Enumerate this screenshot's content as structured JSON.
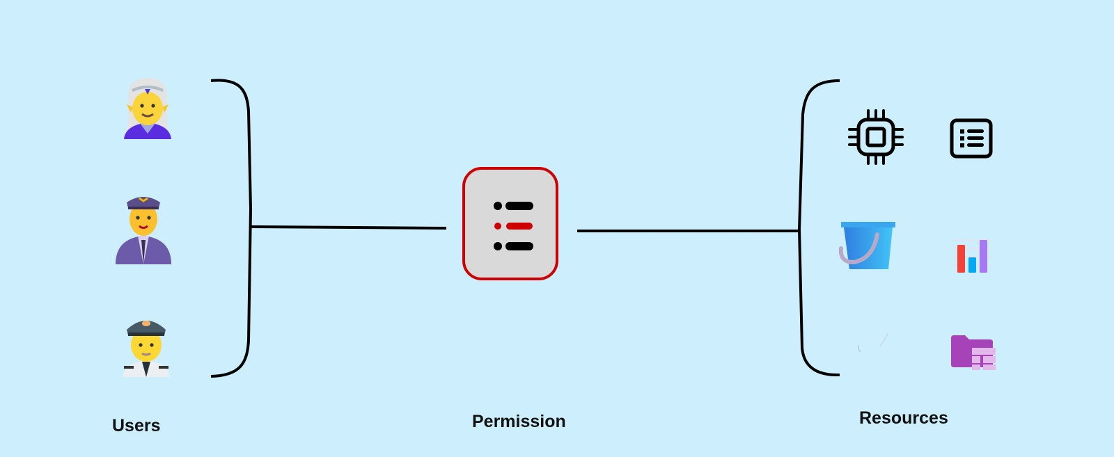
{
  "diagram": {
    "background": "#cdeefd",
    "line_color": "#000000",
    "users": {
      "label": "Users",
      "items": [
        {
          "name": "elf-woman-user",
          "icon": "elf-woman-icon"
        },
        {
          "name": "pilot-user",
          "icon": "pilot-man-icon"
        },
        {
          "name": "captain-user",
          "icon": "captain-man-icon"
        }
      ]
    },
    "permission": {
      "label": "Permission",
      "icon": "list-icon",
      "border_color": "#cc0000",
      "fill_color": "#d9d9d9",
      "accent_color": "#cc0000"
    },
    "resources": {
      "label": "Resources",
      "items": [
        {
          "name": "cpu-chip",
          "icon": "cpu-chip-icon"
        },
        {
          "name": "list-document",
          "icon": "list-box-icon"
        },
        {
          "name": "storage-bucket",
          "icon": "bucket-icon"
        },
        {
          "name": "bar-chart",
          "icon": "bar-chart-icon"
        },
        {
          "name": "faint-item",
          "icon": "faint-shape-icon"
        },
        {
          "name": "shared-folder",
          "icon": "folder-icon"
        }
      ]
    }
  }
}
